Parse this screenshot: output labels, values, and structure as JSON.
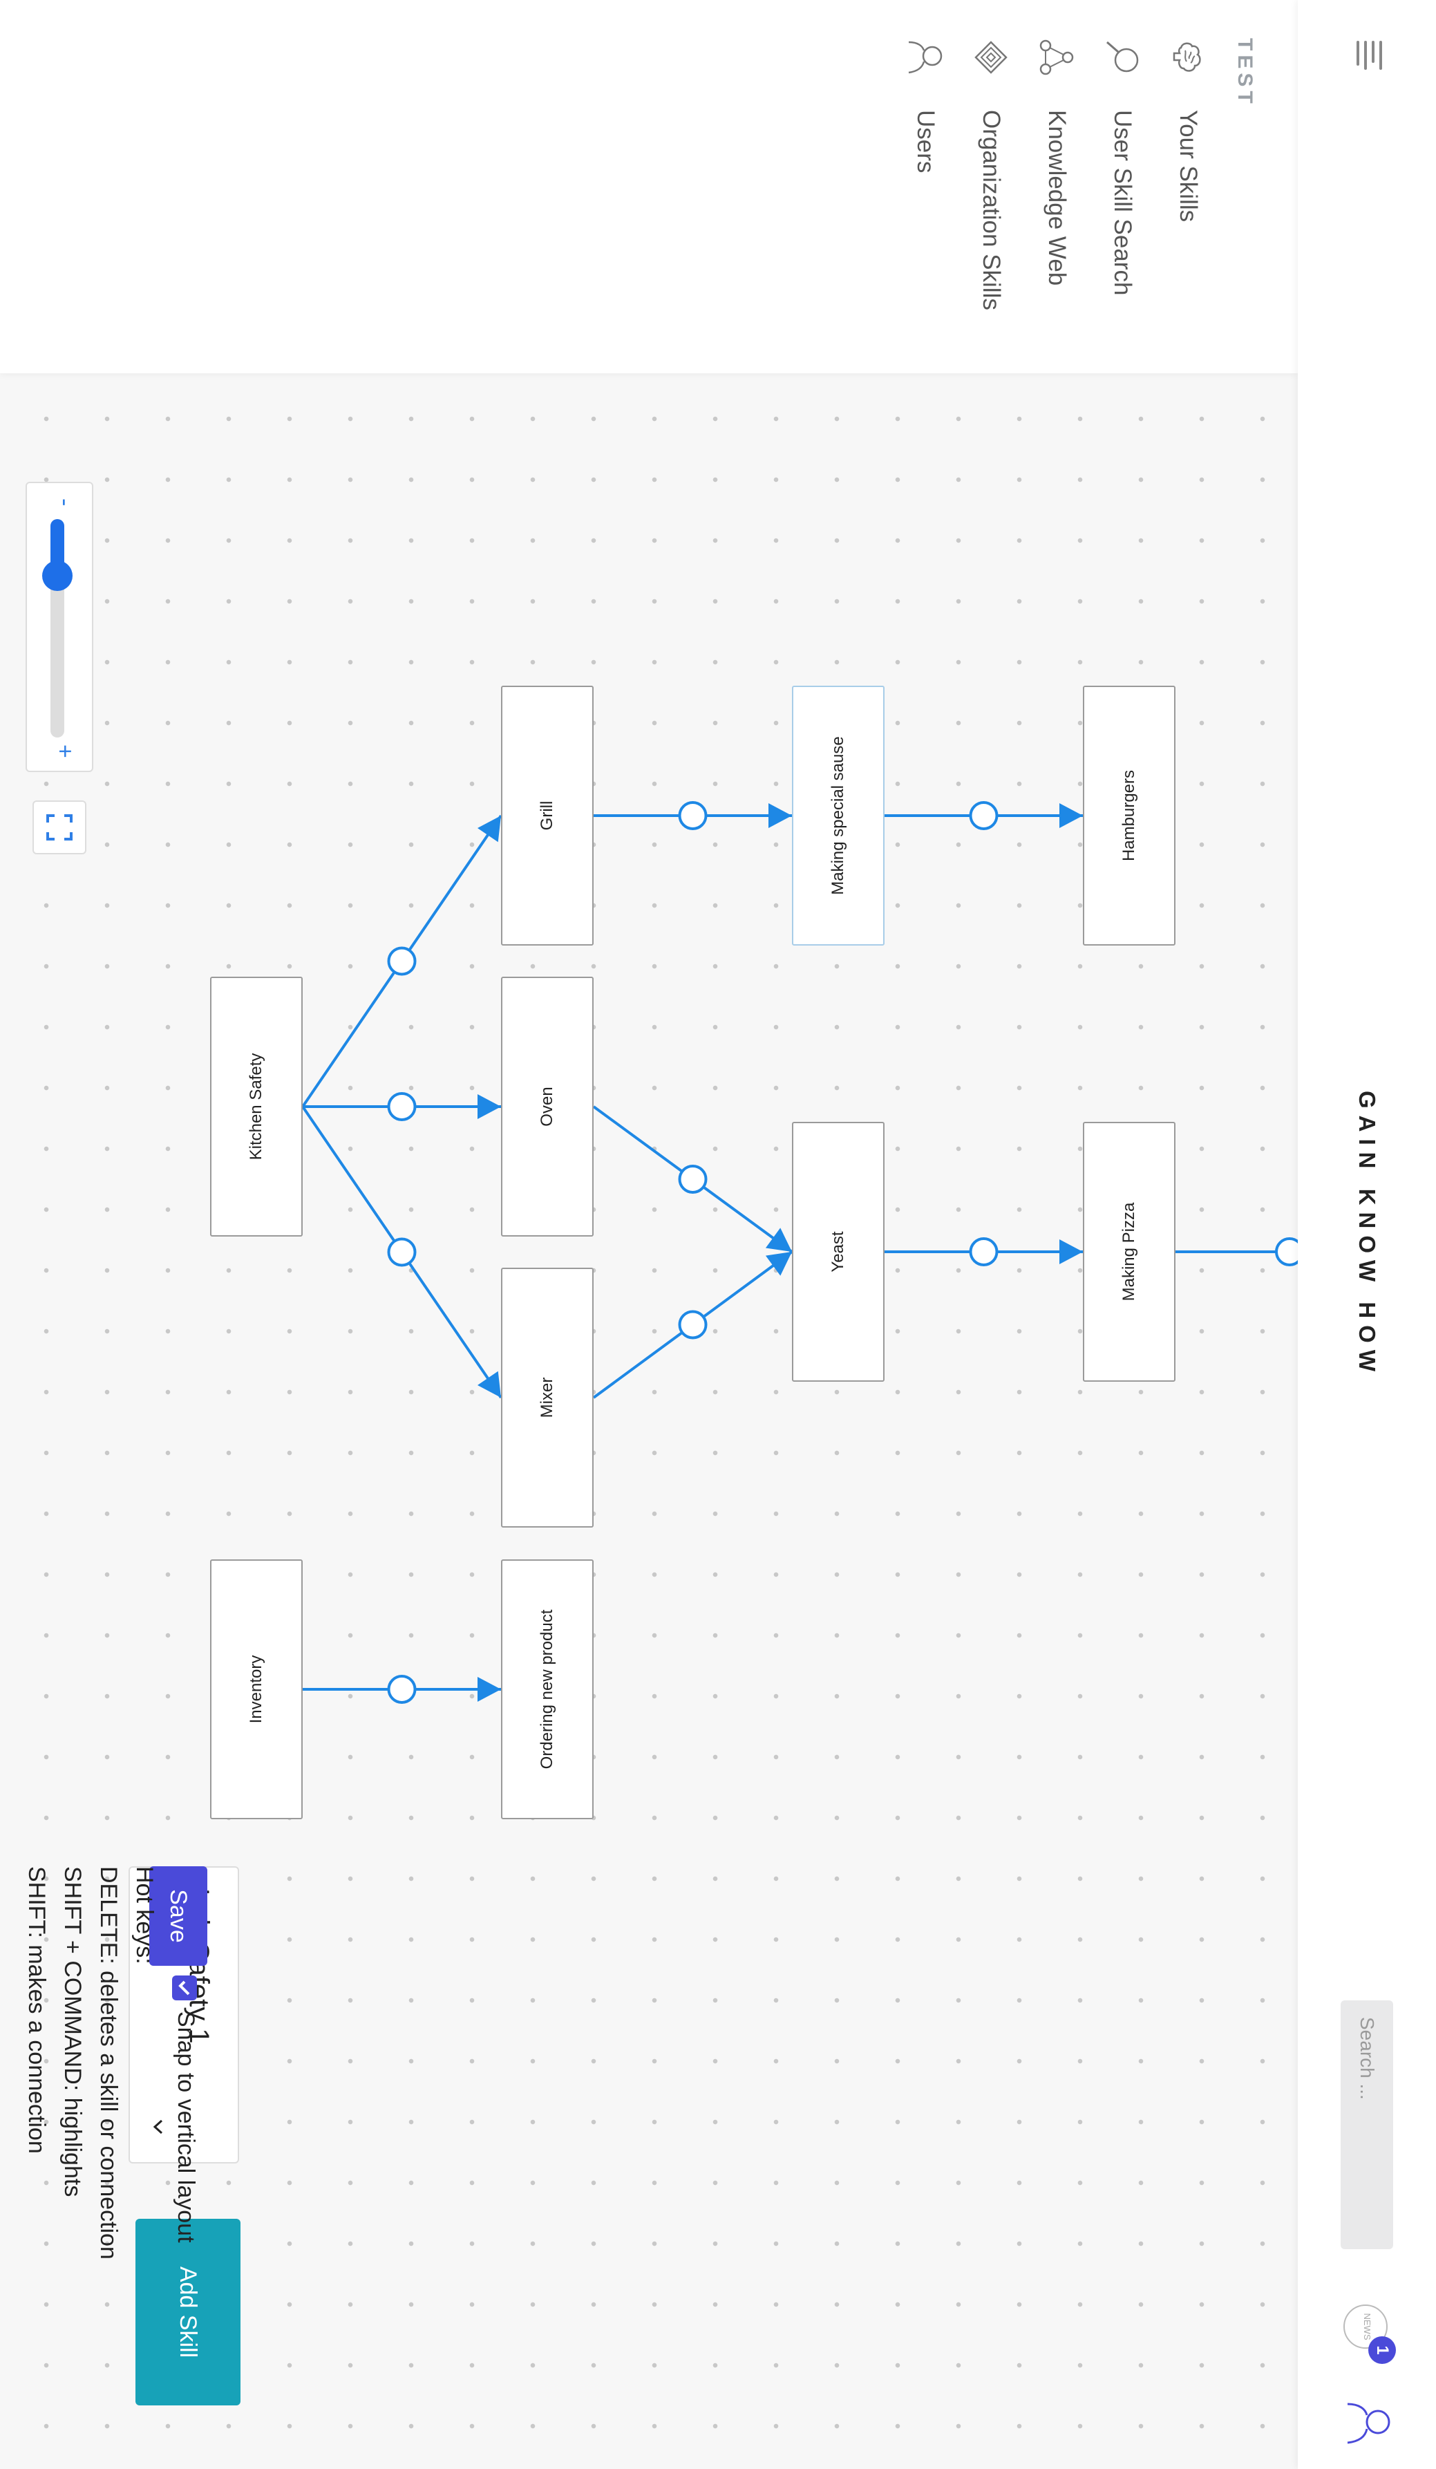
{
  "header": {
    "brand": "GAIN KNOW HOW",
    "search_placeholder": "Search ...",
    "news_badge": "NEWS",
    "news_count": "1"
  },
  "sidebar": {
    "org_label": "TEST",
    "items": [
      {
        "label": "Your Skills",
        "icon": "brain-icon"
      },
      {
        "label": "User Skill Search",
        "icon": "search-icon"
      },
      {
        "label": "Knowledge Web",
        "icon": "network-icon"
      },
      {
        "label": "Organization Skills",
        "icon": "layers-icon"
      },
      {
        "label": "Users",
        "icon": "user-icon"
      }
    ]
  },
  "zoom": {
    "minus": "-",
    "plus": "+",
    "level": 0.26
  },
  "graph": {
    "nodes": {
      "kitchen_safety": "Kitchen Safety",
      "inventory": "Inventory",
      "grill": "Grill",
      "oven": "Oven",
      "mixer": "Mixer",
      "ordering": "Ordering new product",
      "special_sause": "Making special sause",
      "yeast": "Yeast",
      "hamburgers": "Hamburgers",
      "pizza": "Making Pizza"
    },
    "edges": [
      [
        "kitchen_safety",
        "grill"
      ],
      [
        "kitchen_safety",
        "oven"
      ],
      [
        "kitchen_safety",
        "mixer"
      ],
      [
        "inventory",
        "ordering"
      ],
      [
        "grill",
        "special_sause"
      ],
      [
        "oven",
        "yeast"
      ],
      [
        "mixer",
        "yeast"
      ],
      [
        "special_sause",
        "hamburgers"
      ],
      [
        "yeast",
        "pizza"
      ],
      [
        "pizza",
        "offscreen"
      ]
    ]
  },
  "controls": {
    "selected_web": "Lab Safety 1",
    "add_skill": "Add Skill",
    "save": "Save",
    "snap_label": "Snap to vertical layout",
    "snap_checked": true,
    "hotkeys": [
      "Hot keys:",
      "DELETE: deletes a skill or connection",
      "SHIFT + COMMAND: highlights",
      "SHIFT: makes a connection"
    ]
  },
  "colors": {
    "accent": "#4a4ad9",
    "edge": "#1e88e5",
    "teal": "#17a2b8"
  }
}
